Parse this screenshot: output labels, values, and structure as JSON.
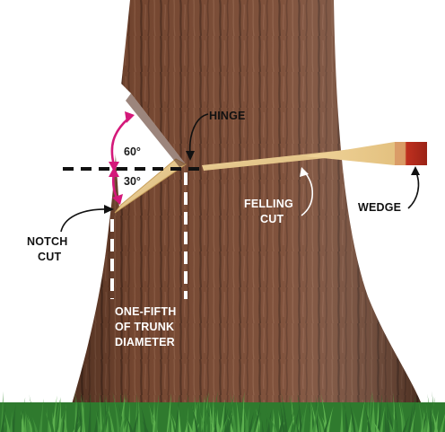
{
  "labels": {
    "hinge": "HINGE",
    "angle_upper": "60°",
    "angle_lower": "30°",
    "felling_line1": "FELLING",
    "felling_line2": "CUT",
    "wedge": "WEDGE",
    "notch_line1": "NOTCH",
    "notch_line2": "CUT",
    "fifth_line1": "ONE-FIFTH",
    "fifth_line2": "OF TRUNK",
    "fifth_line3": "DIAMETER"
  },
  "colors": {
    "bark": "#7a4a33",
    "bark_dark": "#4e2d1f",
    "bark_light": "#9a6a52",
    "cut_wood": "#e8c98d",
    "wedge_red": "#c0301f",
    "angle_arrow": "#d4197a",
    "grass": "#3f8f3a"
  }
}
